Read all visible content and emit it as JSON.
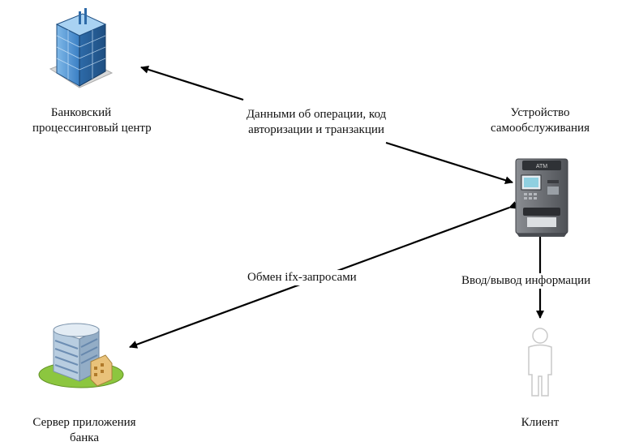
{
  "nodes": {
    "processing_center": {
      "label_line1": "Банковский",
      "label_line2": "процессинговый центр"
    },
    "atm": {
      "label_line1": "Устройство",
      "label_line2": "самообслуживания",
      "screen_text": "ATM"
    },
    "app_server": {
      "label_line1": "Сервер приложения",
      "label_line2": "банка"
    },
    "client": {
      "label": "Клиент"
    }
  },
  "edges": {
    "atm_to_center": {
      "label_line1": "Данными об операции, код",
      "label_line2": "авторизации и транзакции"
    },
    "atm_server": {
      "label": "Обмен ifx-запросами"
    },
    "atm_client": {
      "label": "Ввод/вывод информации"
    }
  },
  "colors": {
    "arrow": "#000000",
    "building_glass": "#3a7fc4",
    "building_light": "#a9d2f2",
    "atm_body": "#6b6e73",
    "server_building": "#c8d7e6",
    "lawn": "#8cc63f",
    "client_outline": "#c9c9c9"
  }
}
